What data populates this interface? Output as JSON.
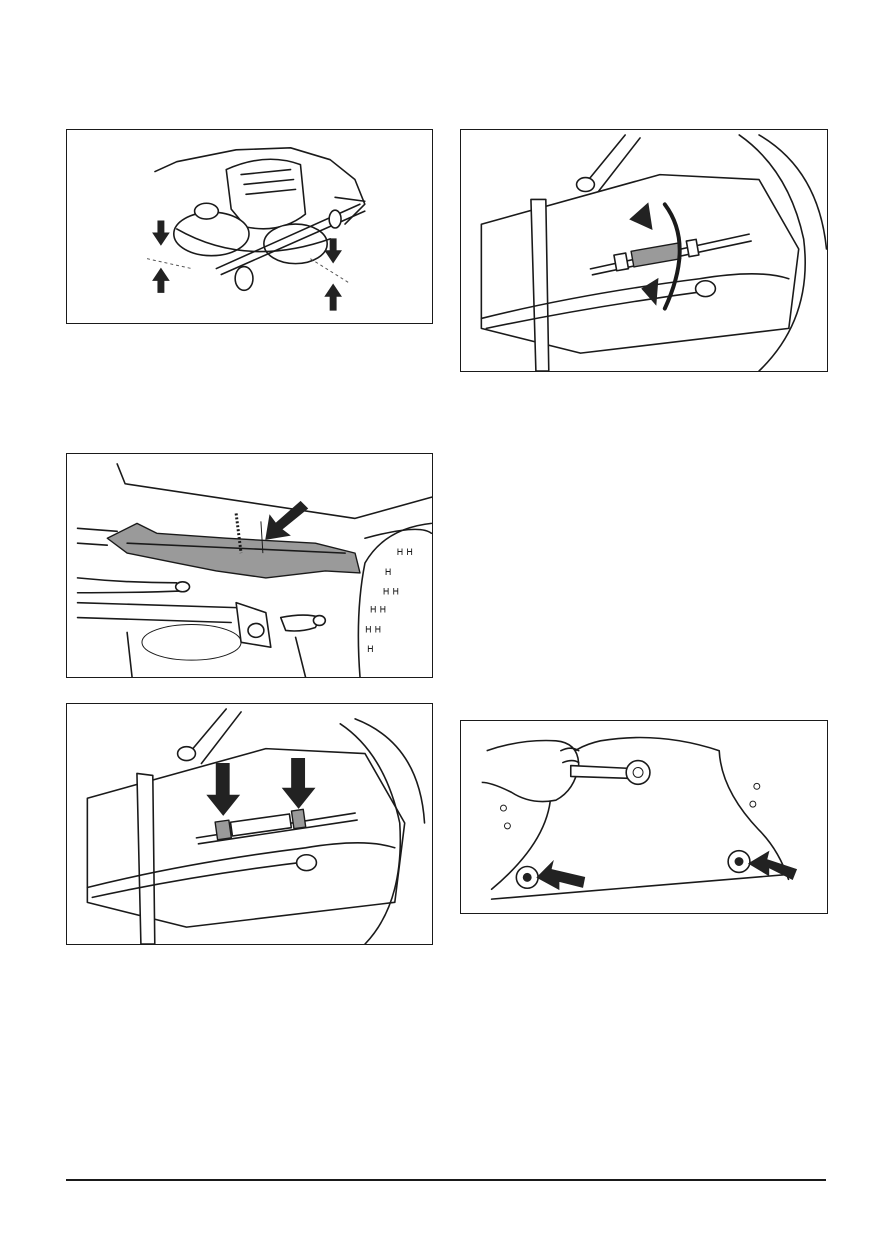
{
  "page": {
    "figures": [
      {
        "id": "fig-deck-lift",
        "icon": "mower-deck-up-down-arrows"
      },
      {
        "id": "fig-turnbuckle-rotate",
        "icon": "turnbuckle-rotate-arrows"
      },
      {
        "id": "fig-deck-linkage",
        "icon": "linkage-pointer-arrow"
      },
      {
        "id": "fig-locknuts",
        "icon": "two-down-arrows"
      },
      {
        "id": "fig-deck-bolts",
        "icon": "wrench-and-bolt-arrows"
      }
    ],
    "colors": {
      "ink": "#1a1a1a",
      "shade": "#9a9a9a",
      "arrow": "#222222"
    }
  }
}
